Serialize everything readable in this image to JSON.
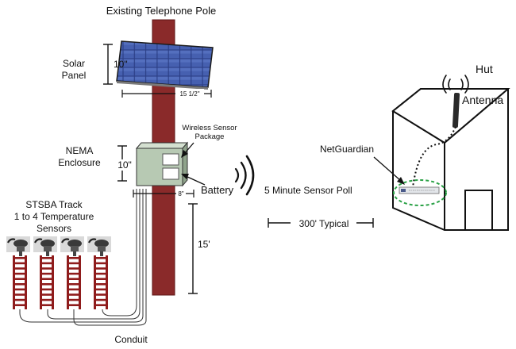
{
  "labels": {
    "pole": "Existing Telephone Pole",
    "solar_line1": "Solar",
    "solar_line2": "Panel",
    "solar_height": "10\"",
    "solar_width": "15 1/2\"",
    "wsp_line1": "Wireless Sensor",
    "wsp_line2": "Package",
    "nema_line1": "NEMA",
    "nema_line2": "Enclosure",
    "nema_height": "10\"",
    "nema_width": "8\"",
    "battery": "Battery",
    "poll": "5 Minute Sensor Poll",
    "distance": "300' Typical",
    "pole_height": "15'",
    "track_line1": "STSBA Track",
    "track_line2": "1 to 4 Temperature",
    "track_line3": "Sensors",
    "conduit": "Conduit",
    "hut": "Hut",
    "antenna": "Antenna",
    "netguardian": "NetGuardian"
  },
  "colors": {
    "pole": "#8a2a2a",
    "pole_dark": "#5e1616",
    "enclosure": "#b7c9b3",
    "solar_cell": "#2c3f86",
    "rail": "#8f1c1c",
    "dashed_ring": "#2aa146"
  },
  "sensor_count": 4
}
